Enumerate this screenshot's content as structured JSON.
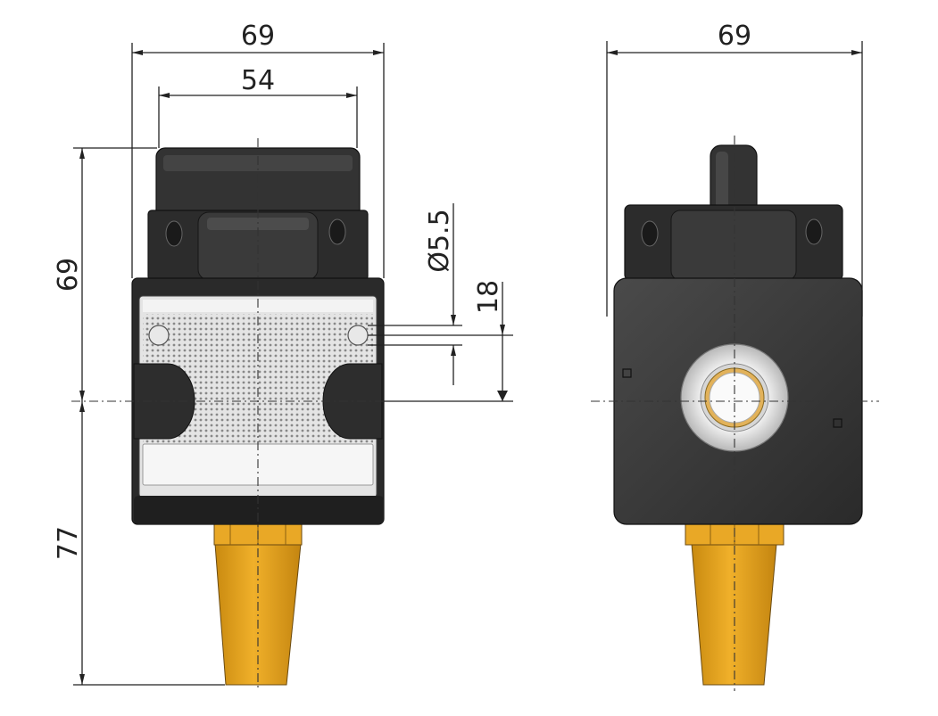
{
  "dimensions": {
    "front_width_outer": "69",
    "front_width_inner": "54",
    "side_width": "69",
    "upper_height": "69",
    "lower_height": "77",
    "hole_diameter": "Ø5.5",
    "hole_spacing": "18"
  },
  "colors": {
    "body_dark": "#2a2a2a",
    "body_mid": "#3e3e3e",
    "panel_light": "#e6e6e6",
    "silencer_brass": "#e8a51c",
    "line": "#222222"
  }
}
